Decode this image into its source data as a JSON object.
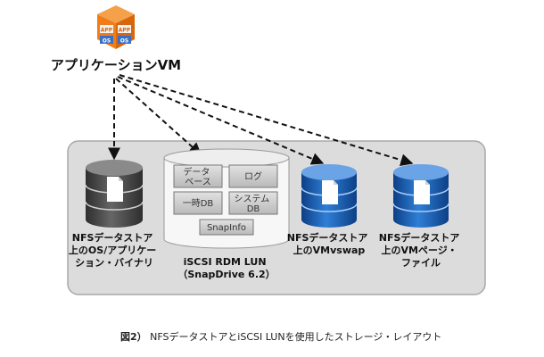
{
  "app": {
    "label": "アプリケーションVM",
    "icon_top_left": "APP",
    "icon_top_right": "APP",
    "icon_bottom_left": "OS",
    "icon_bottom_right": "OS"
  },
  "stores": {
    "os_store": {
      "line1": "NFSデータストア",
      "line2": "上のOS/アプリケー",
      "line3": "ション・バイナリ"
    },
    "rdm": {
      "cells": {
        "database_line1": "データ",
        "database_line2": "ベース",
        "log": "ログ",
        "temp_db": "一時DB",
        "system_db_line1": "システム",
        "system_db_line2": "DB",
        "snapinfo": "SnapInfo"
      },
      "line1": "iSCSI RDM LUN",
      "line2": "（SnapDrive 6.2）"
    },
    "vmswap_store": {
      "line1": "NFSデータストア",
      "line2": "上のVMvswap"
    },
    "page_store": {
      "line1": "NFSデータストア",
      "line2": "上のVMページ・",
      "line3": "ファイル"
    }
  },
  "caption": {
    "prefix": "図2）",
    "text": "NFSデータストアとiSCSI LUNを使用したストレージ・レイアウト"
  },
  "colors": {
    "panel_fill": "#dcdcdc",
    "panel_stroke": "#a8a8a8",
    "dark_cylinder": "#4a4a4a",
    "blue_cylinder": "#1d5fb4",
    "rdm_cell": "#c8c8c8",
    "app_icon_orange": "#f07d1a",
    "app_icon_blue": "#3a6fc6"
  }
}
